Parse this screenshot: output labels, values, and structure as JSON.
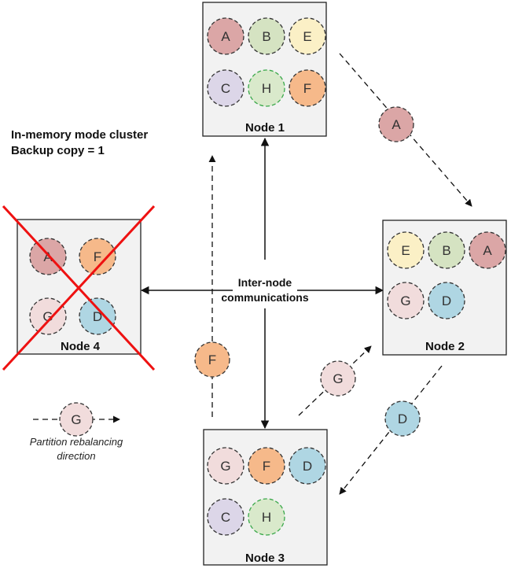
{
  "diagram": {
    "heading_line1": "In-memory mode cluster",
    "heading_line2": "Backup copy = 1",
    "center_line1": "Inter-node",
    "center_line2": "communications",
    "legend_partition": "G",
    "legend_line1": "Partition rebalancing",
    "legend_line2": "direction",
    "colors": {
      "A": "#dba6a6",
      "B": "#d5e3c2",
      "C": "#dcd6e8",
      "D": "#afd6e3",
      "E": "#fbf0c6",
      "F": "#f6b98a",
      "G": "#f1dcdc",
      "H": "#d9e9cb",
      "box": "#f2f2f2",
      "cross": "#ee1111"
    },
    "nodes": [
      {
        "id": "node1",
        "label": "Node 1",
        "partitions": [
          "A",
          "B",
          "E",
          "C",
          "H",
          "F"
        ]
      },
      {
        "id": "node2",
        "label": "Node 2",
        "partitions": [
          "E",
          "B",
          "A",
          "G",
          "D"
        ]
      },
      {
        "id": "node3",
        "label": "Node 3",
        "partitions": [
          "G",
          "F",
          "D",
          "C",
          "H"
        ]
      },
      {
        "id": "node4",
        "label": "Node 4",
        "partitions": [
          "A",
          "F",
          "G",
          "D"
        ],
        "failed": true
      }
    ],
    "moving_partitions": [
      "A",
      "F",
      "G",
      "D"
    ]
  }
}
